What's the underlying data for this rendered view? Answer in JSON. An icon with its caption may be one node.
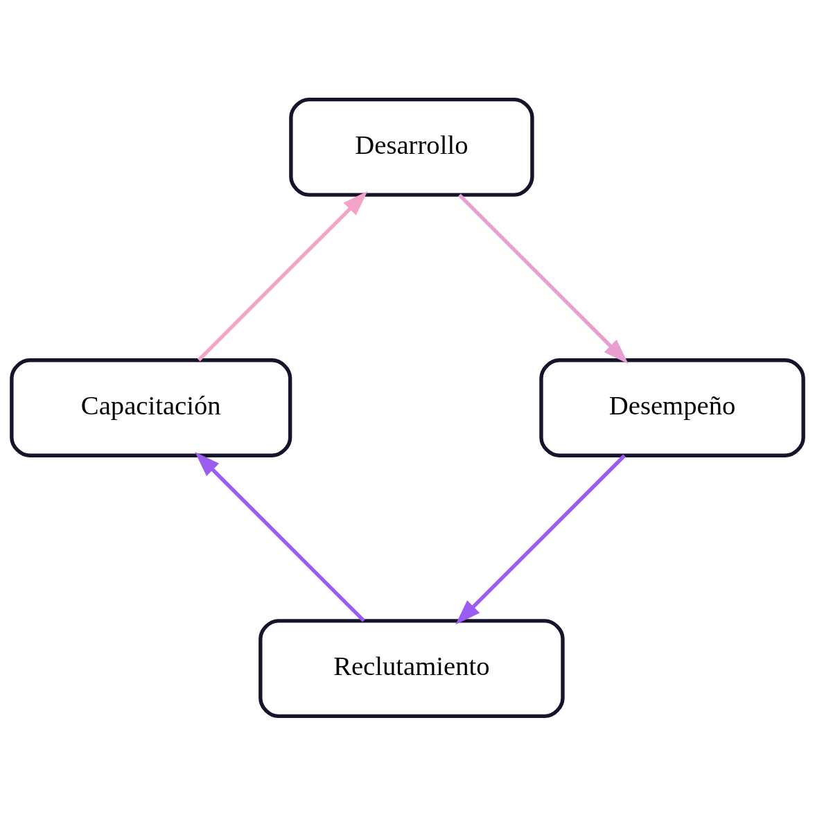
{
  "diagram": {
    "nodes": [
      {
        "text": [
          "Reclutamiento"
        ]
      },
      {
        "text": [
          "Capacitación"
        ]
      },
      {
        "text": [
          "Desarrollo"
        ]
      },
      {
        "text": [
          "Desempeño"
        ]
      }
    ],
    "edges": [
      {
        "from": 0,
        "to": 1,
        "arrow": "to",
        "color": "#9b5cf0"
      },
      {
        "from": 1,
        "to": 2,
        "arrow": "to",
        "color": "#f4a3c6"
      },
      {
        "from": 2,
        "to": 3,
        "arrow": "to",
        "color": "#e9a0d0"
      },
      {
        "from": 3,
        "to": 0,
        "arrow": "to",
        "color": "#9b5cf6"
      }
    ]
  }
}
